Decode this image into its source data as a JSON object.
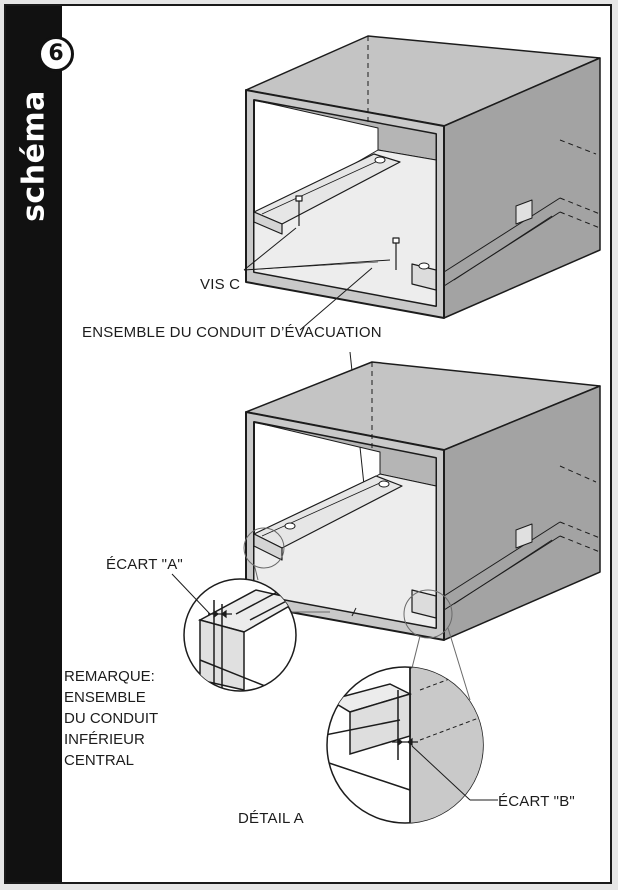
{
  "sidebar": {
    "label": "schéma",
    "step_number": "6"
  },
  "labels": {
    "screw_c": "VIS C",
    "exhaust_assembly": "ENSEMBLE DU CONDUIT D’ÉVACUATION",
    "gap_a": "ÉCART \"A\"",
    "gap_b": "ÉCART \"B\"",
    "detail_a": "DÉTAIL A"
  },
  "note": {
    "lines": [
      "REMARQUE:",
      "ENSEMBLE",
      "DU CONDUIT",
      "INFÉRIEUR",
      "CENTRAL"
    ]
  },
  "colors": {
    "box_fill": "#bdbdbd",
    "box_side": "#9c9c9c",
    "tab": "#111111",
    "line": "#1c1c1c"
  }
}
